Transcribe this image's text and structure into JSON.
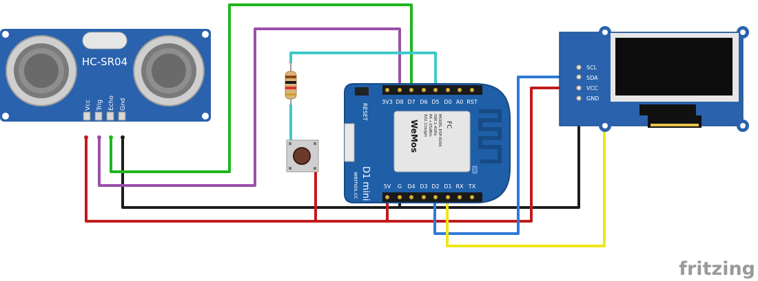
{
  "sensor": {
    "name": "HC-SR04",
    "pins": [
      "Vcc",
      "Trig",
      "Echo",
      "Gnd"
    ]
  },
  "board": {
    "reset_label": "RESET",
    "top_pins": [
      "3V3",
      "D8",
      "D7",
      "D6",
      "D5",
      "D0",
      "A0",
      "RST"
    ],
    "bottom_pins": [
      "5V",
      "G",
      "D4",
      "D3",
      "D2",
      "D1",
      "RX",
      "TX"
    ],
    "model": "D1 mini",
    "url": "wemos.cc",
    "brand": "WeMos",
    "chip_model": "MODEL ESP-8266",
    "chip_band": "ISM 2.4GHz",
    "chip_power": "PA +25dBm",
    "chip_std": "802.11b/g/n",
    "fc_mark": "FC"
  },
  "display": {
    "pins": [
      "SCL",
      "SDA",
      "VCC",
      "GND"
    ]
  },
  "watermark": "fritzing",
  "colors": {
    "red": "#c21a1a",
    "black": "#1c1c1c",
    "green": "#1db61d",
    "purple": "#9a4fa8",
    "cyan": "#3ec9c9",
    "blue": "#2f7ad6",
    "yellow": "#efe61a",
    "board_blue": "#1f5fa8",
    "sensor_blue": "#2a62ad"
  }
}
